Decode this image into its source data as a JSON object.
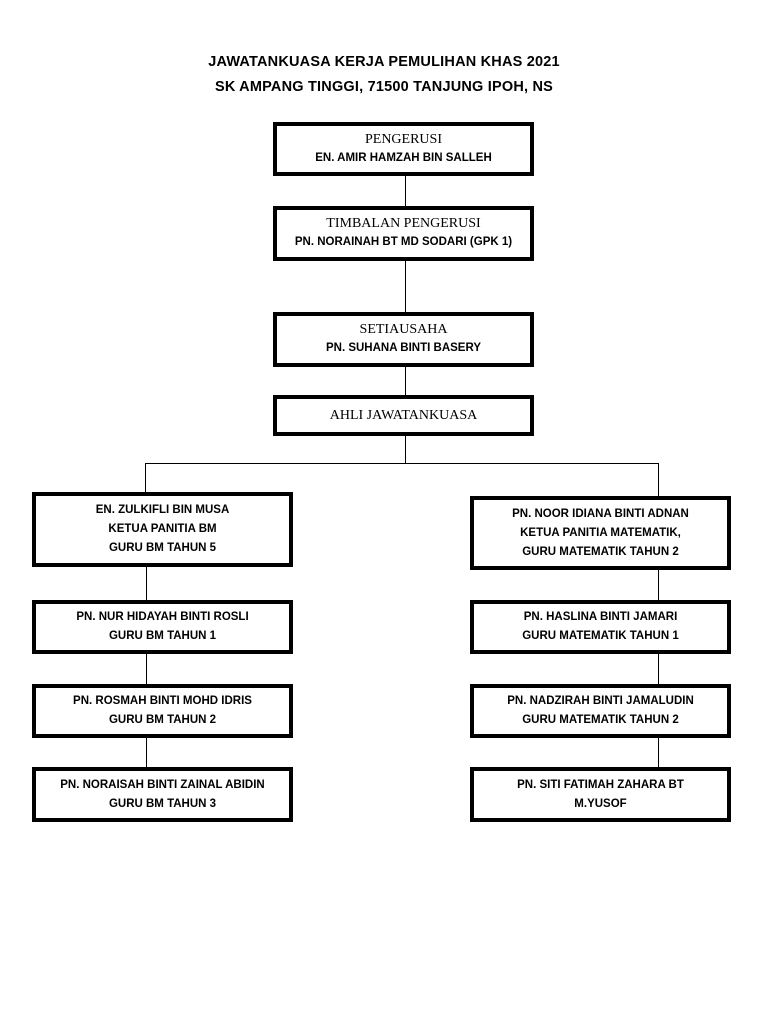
{
  "title": {
    "line1": "JAWATANKUASA KERJA PEMULIHAN KHAS 2021",
    "line2": "SK AMPANG TINGGI, 71500 TANJUNG IPOH, NS"
  },
  "chairman": {
    "role": "PENGERUSI",
    "name": "EN. AMIR HAMZAH BIN SALLEH"
  },
  "vice_chairman": {
    "role": "TIMBALAN PENGERUSI",
    "name": "PN. NORAINAH BT MD SODARI (GPK 1)"
  },
  "secretary": {
    "role": "SETIAUSAHA",
    "name": "PN. SUHANA BINTI BASERY"
  },
  "committee": {
    "role": "AHLI JAWATANKUASA"
  },
  "left": [
    {
      "lines": [
        "EN. ZULKIFLI BIN MUSA",
        "KETUA PANITIA BM",
        "GURU BM TAHUN 5"
      ]
    },
    {
      "lines": [
        "PN. NUR HIDAYAH BINTI ROSLI",
        "GURU BM TAHUN 1"
      ]
    },
    {
      "lines": [
        "PN. ROSMAH BINTI MOHD IDRIS",
        "GURU BM TAHUN 2"
      ]
    },
    {
      "lines": [
        "PN. NORAISAH BINTI ZAINAL ABIDIN",
        "GURU BM TAHUN 3"
      ]
    }
  ],
  "right": [
    {
      "lines": [
        "PN. NOOR IDIANA BINTI ADNAN",
        "KETUA PANITIA MATEMATIK,",
        "GURU MATEMATIK TAHUN 2"
      ]
    },
    {
      "lines": [
        "PN. HASLINA BINTI JAMARI",
        "GURU MATEMATIK TAHUN 1"
      ]
    },
    {
      "lines": [
        "PN. NADZIRAH BINTI JAMALUDIN",
        "GURU MATEMATIK TAHUN 2"
      ]
    },
    {
      "lines": [
        "PN. SITI FATIMAH ZAHARA BT",
        "M.YUSOF"
      ]
    }
  ]
}
